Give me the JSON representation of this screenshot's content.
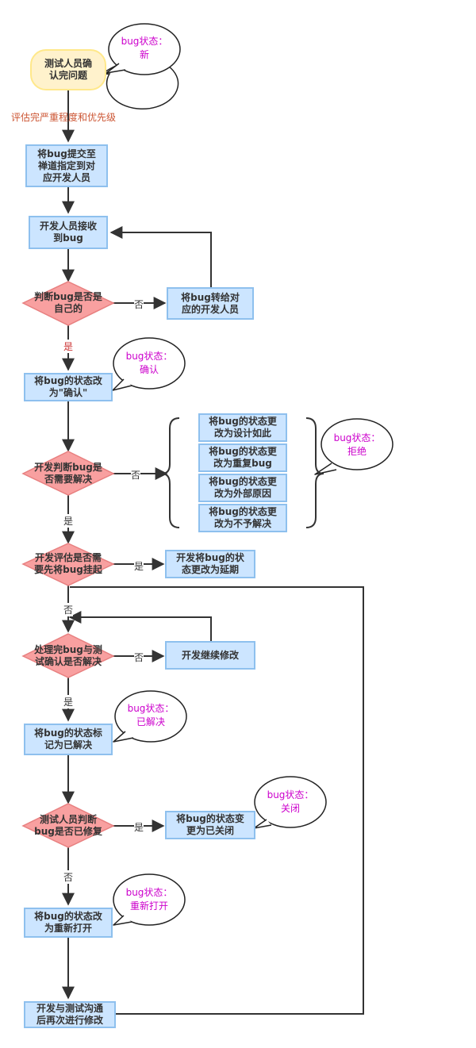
{
  "nodes": {
    "start": "测试人员确\n认完问题",
    "submit": "将bug提交至\n禅道指定到对\n应开发人员",
    "dev_receive": "开发人员接收\n到bug",
    "is_mine": "判断bug是否是\n自己的",
    "transfer": "将bug转给对\n应的开发人员",
    "confirm": "将bug的状态改\n为\"确认\"",
    "need_fix": "开发判断bug是\n否需要解决",
    "reject_design": "将bug的状态更\n改为设计如此",
    "reject_dup": "将bug的状态更\n改为重复bug",
    "reject_external": "将bug的状态更\n改为外部原因",
    "reject_wontfix": "将bug的状态更\n改为不予解决",
    "need_suspend": "开发评估是否需\n要先将bug挂起",
    "postpone": "开发将bug的状\n态更改为延期",
    "handle_fix": "处理完bug与测\n试确认是否解决",
    "continue_fix": "开发继续修改",
    "mark_resolved": "将bug的状态标\n记为已解决",
    "tester_check": "测试人员判断\nbug是否已修复",
    "close": "将bug的状态变\n更为已关闭",
    "reopen": "将bug的状态改\n为重新打开",
    "communicate": "开发与测试沟通\n后再次进行修改"
  },
  "bubbles": {
    "new": "bug状态：\n新",
    "confirmed": "bug状态：\n确认",
    "rejected": "bug状态：\n拒绝",
    "resolved": "bug状态：\n已解决",
    "closed": "bug状态：\n关闭",
    "reopened": "bug状态：\n重新打开"
  },
  "labels": {
    "assess": "评估完严重程度和优先级",
    "yes": "是",
    "no": "否"
  },
  "colors": {
    "rect_fill": "#cce5ff",
    "rect_border": "#8ec0ee",
    "start_fill": "#fff2cc",
    "diamond_fill": "#f8a0a0",
    "diamond_border": "#e06666",
    "bubble_text": "#cc00cc",
    "line": "#333333"
  }
}
